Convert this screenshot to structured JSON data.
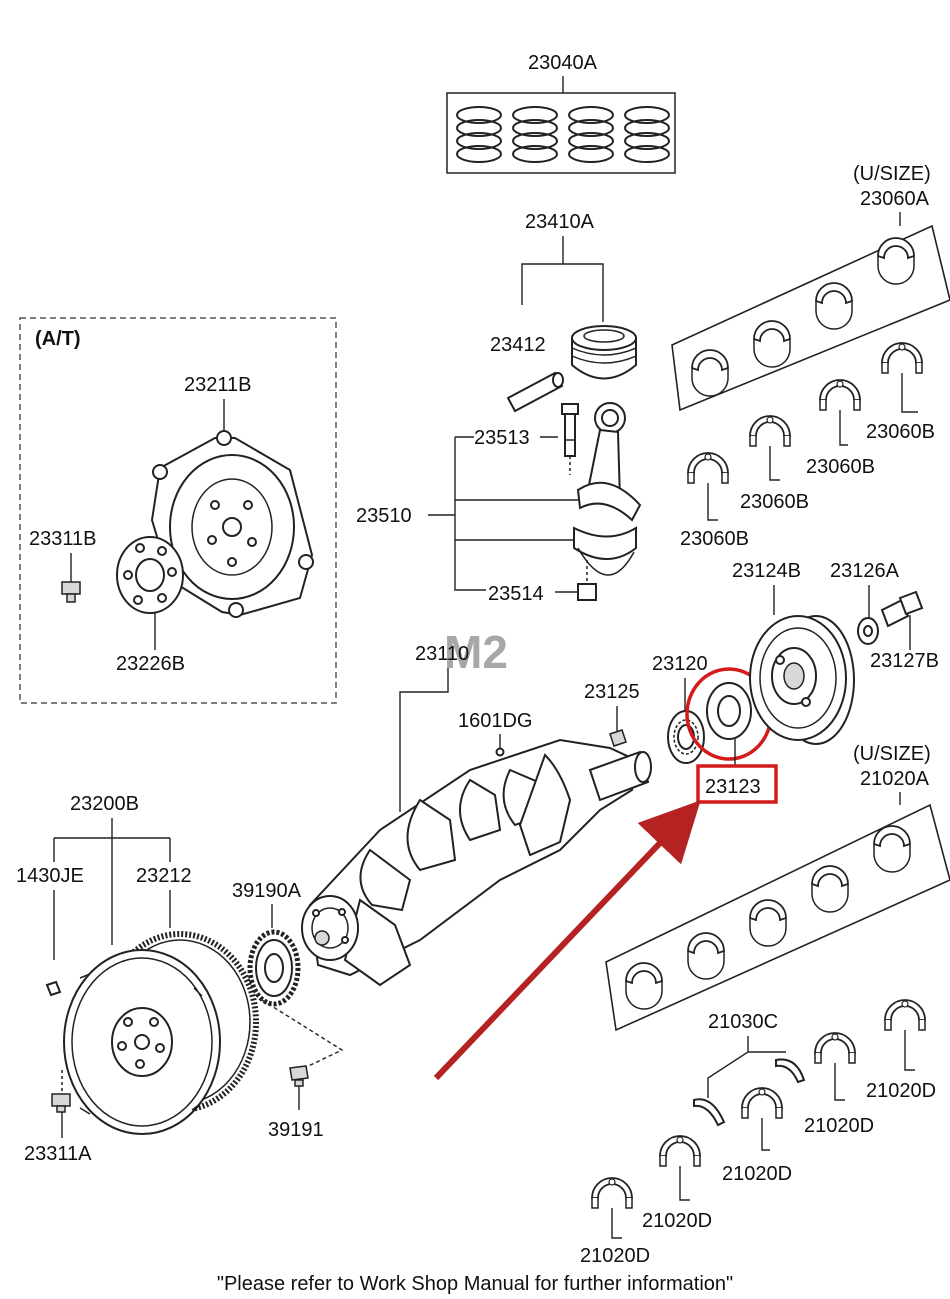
{
  "labels": {
    "piston_rings": "23040A",
    "piston_assy": "23410A",
    "piston_pin": "23412",
    "rod_bolt": "23513",
    "con_rod": "23510",
    "rod_nut": "23514",
    "at_box": "(A/T)",
    "drive_plate": "23211B",
    "bolt_a": "23311B",
    "adapter_plate": "23226B",
    "crankshaft": "23110",
    "key": "23125",
    "plug": "1601DG",
    "sprocket": "23120",
    "highlighted": "23123",
    "pulley": "23124B",
    "washer": "23126A",
    "pulley_bolt": "23127B",
    "usize_top": "(U/SIZE)",
    "rod_bearing_set": "23060A",
    "rod_bearing_1": "23060B",
    "rod_bearing_2": "23060B",
    "rod_bearing_3": "23060B",
    "rod_bearing_4": "23060B",
    "usize_bottom": "(U/SIZE)",
    "main_bearing_set": "21020A",
    "thrust_washer": "21030C",
    "main_bearing_1": "21020D",
    "main_bearing_2": "21020D",
    "main_bearing_3": "21020D",
    "main_bearing_4": "21020D",
    "main_bearing_5": "21020D",
    "flywheel": "23200B",
    "dowel": "1430JE",
    "ring_gear": "23212",
    "flywheel_bolt": "23311A",
    "crank_sprocket": "39190A",
    "sprocket_bolt": "39191"
  },
  "watermark": "M2",
  "footer": "\"Please refer to Work Shop Manual for further information\"",
  "colors": {
    "highlight": "#d41a1a",
    "arrow": "#b52222",
    "line": "#222222"
  }
}
